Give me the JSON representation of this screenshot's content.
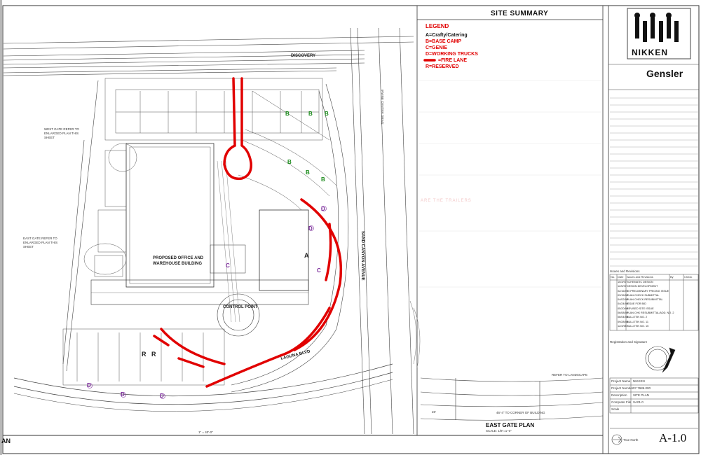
{
  "site_summary": {
    "header": "SITE SUMMARY",
    "legend_title": "LEGEND",
    "legend_items": [
      {
        "text": "A=Crafty/Catering",
        "color": "#111111"
      },
      {
        "text": "B=BASE CAMP",
        "color": "#e10000"
      },
      {
        "text": "C=GENIE",
        "color": "#e10000"
      },
      {
        "text": "D=WORKING TRUCKS",
        "color": "#e10000"
      },
      {
        "text": "=FIRE LANE",
        "color": "#e10000"
      },
      {
        "text": "R=RESERVED",
        "color": "#e10000"
      }
    ],
    "faint_note": "ARE THE TRAILERS"
  },
  "title_block": {
    "client_logo_text": "NIKKEN",
    "architect": "Gensler",
    "revisions_title": "Issues and Revisions",
    "revisions_headers": [
      "No.",
      "Date",
      "Issues and Revisions",
      "By",
      "Check"
    ],
    "revisions": [
      [
        "",
        "10/3/97",
        "SCHEMATIC DESIGN"
      ],
      [
        "",
        "12/5/97",
        "DESIGN DEVELOPMENT"
      ],
      [
        "",
        "02/16/97",
        "50 PRELIMINARY PRICING ISSUE"
      ],
      [
        "",
        "03/15/98",
        "PLAN CHECK SUBMITTAL"
      ],
      [
        "",
        "04/02/98",
        "PLAN CHECK RESUBMITTAL"
      ],
      [
        "",
        "04/24/98",
        "ISSUE FOR BID"
      ],
      [
        "",
        "05/20/98",
        "REVISED SITE ISSUE"
      ],
      [
        "",
        "06/08/98",
        "PLAN CHK RESUBMITTAL/ADD. NO. 2"
      ],
      [
        "",
        "06/04/98",
        "BULLETIN NO. 2"
      ],
      [
        "",
        "09/28/98",
        "BULLETIN NO. 11"
      ],
      [
        "",
        "12/3/98",
        "BULLETIN NO. 15"
      ]
    ],
    "registration_title": "Registration and Signature",
    "project_name_label": "Project Name",
    "project_name": "NIKKEN",
    "project_number_label": "Project Number",
    "project_number": "07.7686.000",
    "description_label": "Description",
    "description": "SITE PLAN",
    "computer_file_label": "Computer File",
    "computer_file": "SA01.0",
    "scale_label": "Scale",
    "sheet_number": "A-1.0",
    "north_label": "True North"
  },
  "plan": {
    "street_top": "DISCOVERY",
    "street_right": "IRVINE CENTER DRIVE",
    "street_right_2": "SAND CANYON AVENUE",
    "street_bottom": "LAGUNA BLVD",
    "building_label_1": "PROPOSED OFFICE AND",
    "building_label_2": "WAREHOUSE BUILDING",
    "control_point": "CONTROL POINT",
    "west_gate_note": "WEST GATE REFER TO ENLARGED PLAN THIS SHEET",
    "east_gate_note": "EAST GATE REFER TO ENLARGED PLAN THIS SHEET",
    "marks": {
      "B": "B",
      "C": "C",
      "D": "D",
      "A": "A",
      "R": "R"
    }
  },
  "east_gate": {
    "title": "EAST GATE PLAN",
    "scale": "SCALE: 1/8\"=1'-0\"",
    "refer": "REFER TO LANDSCAPE",
    "dim_note": "46'-4\" TO CORNER OF BUILDING",
    "dim_26": "26'"
  },
  "corner_label": "AN",
  "scale_bar": "1\" = 40'-0\""
}
